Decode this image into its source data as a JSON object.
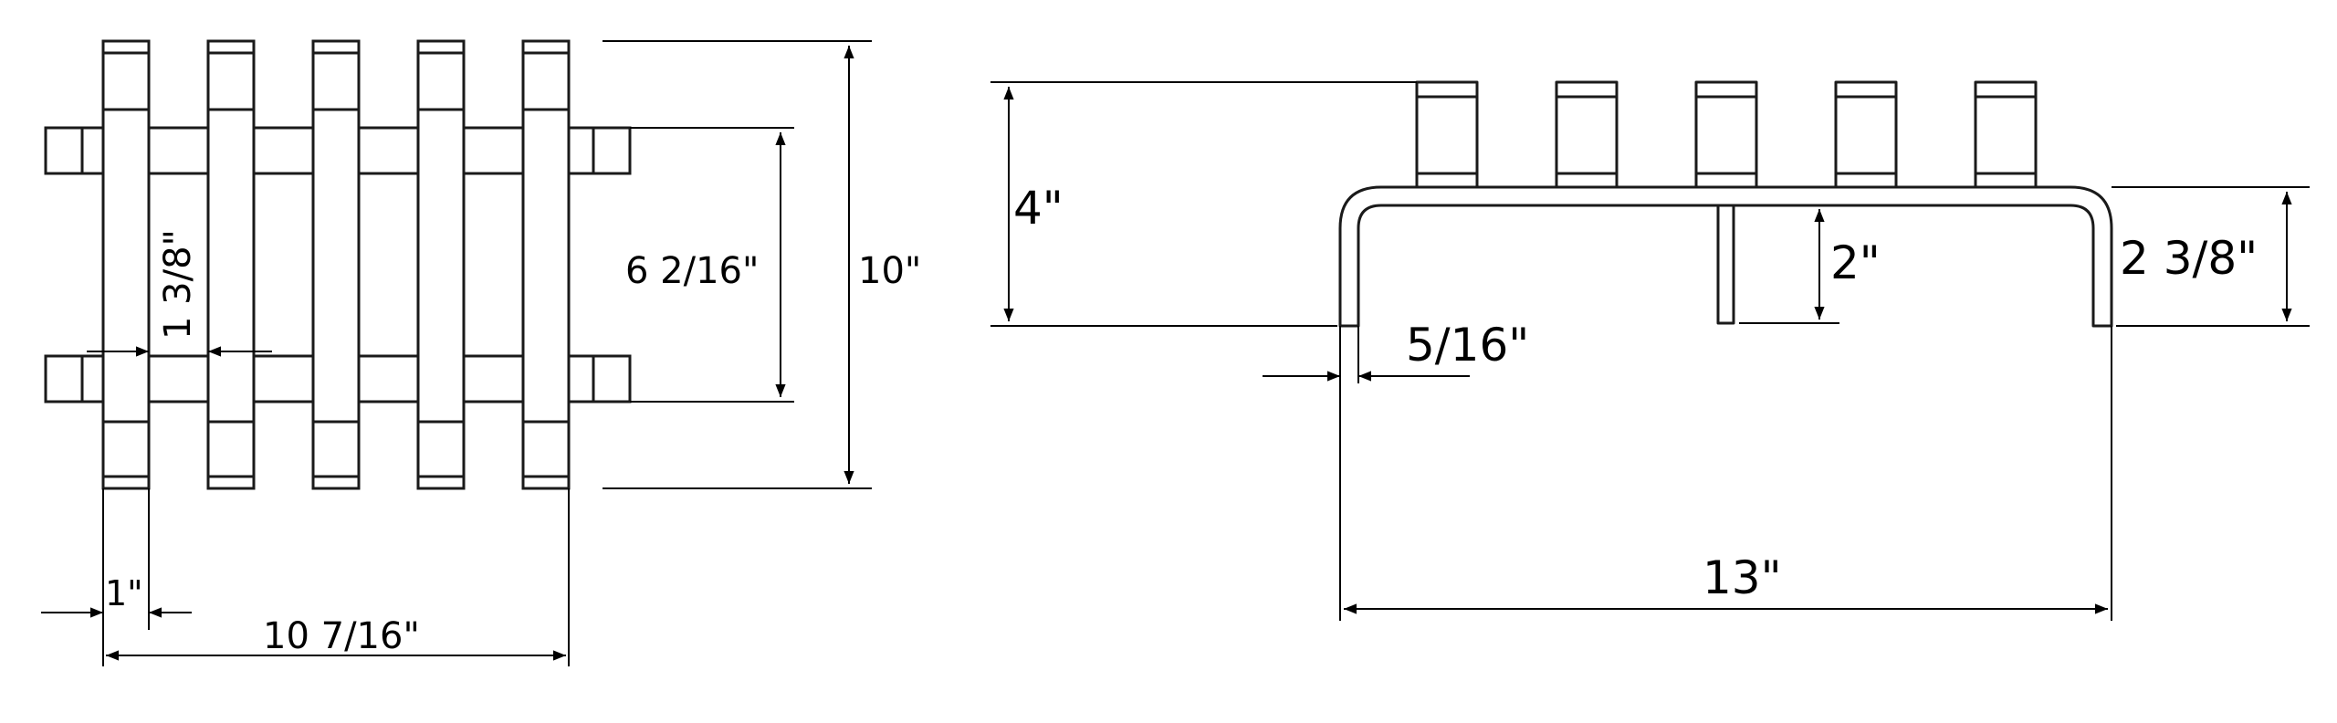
{
  "diagram": {
    "top_view": {
      "bar_count": 5,
      "dimensions": {
        "overall_width": "10 7/16\"",
        "bar_width": "1\"",
        "gap": "1 3/8\"",
        "crossbar_spacing": "6 2/16\"",
        "overall_length": "10\""
      }
    },
    "side_view": {
      "bar_count": 5,
      "dimensions": {
        "overall_height": "4\"",
        "leg_height": "2\"",
        "end_height": "2 3/8\"",
        "rod_thickness": "5/16\"",
        "overall_length": "13\""
      }
    },
    "colors": {
      "line": "#1a1a1a",
      "background": "#ffffff"
    }
  }
}
